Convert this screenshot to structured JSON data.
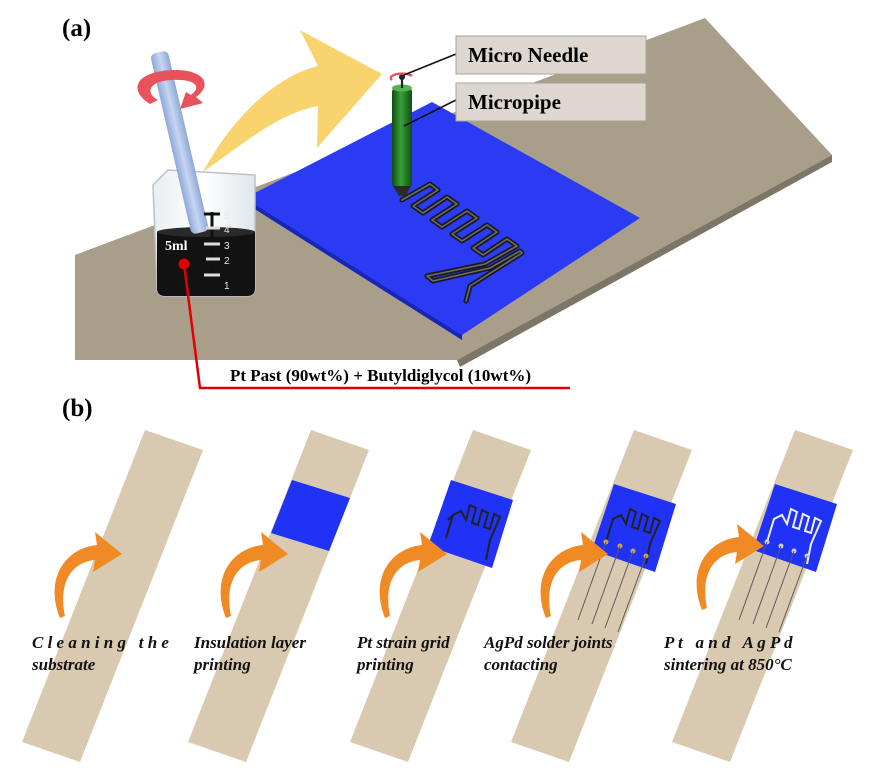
{
  "panel_a": {
    "label": "(a)",
    "needle_label": "Micro Needle",
    "pipe_label": "Micropipe",
    "volume_label": "5ml",
    "scale_ticks": [
      "5",
      "4",
      "3",
      "2",
      "1"
    ],
    "paste_label": "Pt Past (90wt%) + Butyldiglycol (10wt%)"
  },
  "panel_b": {
    "label": "(b)",
    "steps": [
      {
        "line1": "C l e a n i n g   t h e",
        "line2": "substrate"
      },
      {
        "line1": "Insulation layer",
        "line2": "printing"
      },
      {
        "line1": "Pt strain grid",
        "line2": "printing"
      },
      {
        "line1": "AgPd solder joints",
        "line2": "contacting"
      },
      {
        "line1": "P t   a n d   A g P d",
        "line2": "sintering at 850°C"
      }
    ]
  },
  "colors": {
    "substrate": "#a99e8a",
    "strip": "#d7c8b0",
    "insulation": "#1f32f5",
    "needle": "#1e7b1e",
    "arrow_orange": "#f08a24",
    "arrow_yellow": "#f9d165",
    "rotation_red": "#e8525a",
    "leader_red": "#e00000",
    "liquid": "#111111"
  }
}
